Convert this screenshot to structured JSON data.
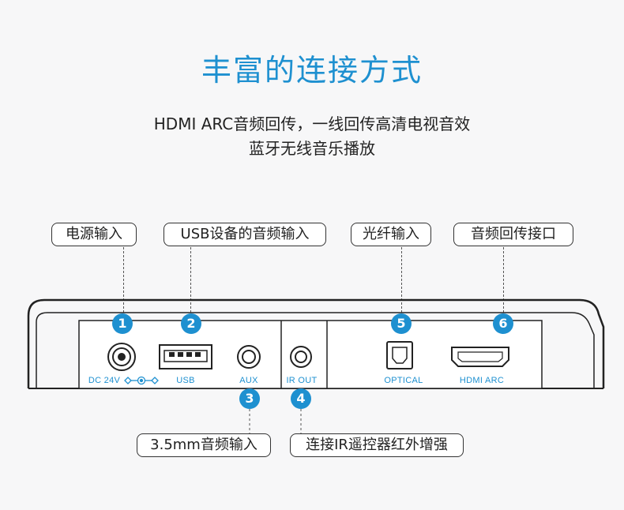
{
  "header": {
    "title": "丰富的连接方式",
    "subtitle_line1": "HDMI ARC音频回传，一线回传高清电视音效",
    "subtitle_line2": "蓝牙无线音乐播放"
  },
  "callouts_top": [
    {
      "number": "1",
      "label": "电源输入"
    },
    {
      "number": "2",
      "label": "USB设备的音频输入"
    },
    {
      "number": "5",
      "label": "光纤输入"
    },
    {
      "number": "6",
      "label": "音频回传接口"
    }
  ],
  "callouts_bottom": [
    {
      "number": "3",
      "label": "3.5mm音频输入"
    },
    {
      "number": "4",
      "label": "连接IR遥控器红外增强"
    }
  ],
  "ports": {
    "dc": "DC 24V",
    "usb": "USB",
    "aux": "AUX",
    "ir": "IR OUT",
    "optical": "OPTICAL",
    "hdmi": "HDMI ARC"
  },
  "colors": {
    "accent": "#1e90d0",
    "text": "#222222",
    "background": "#f7f7f8"
  }
}
